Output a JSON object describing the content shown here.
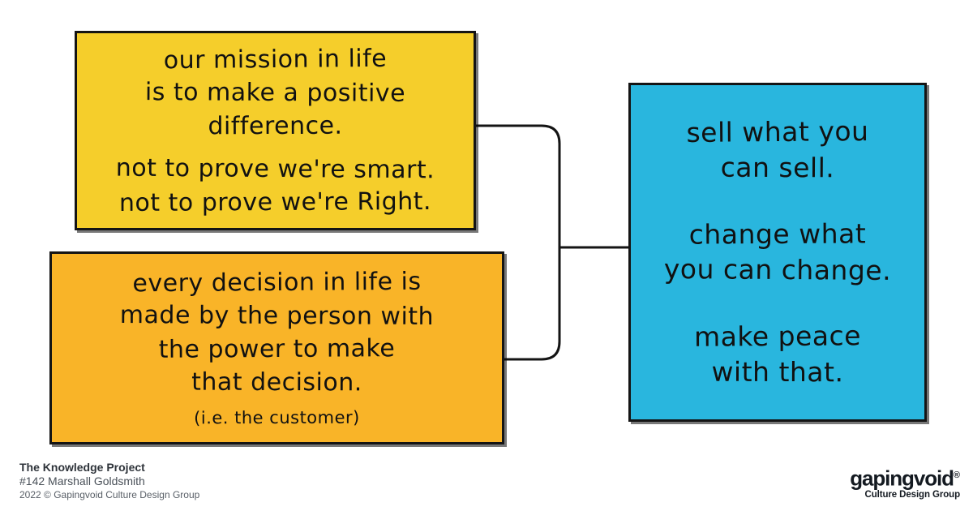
{
  "colors": {
    "yellow": "#F5CE2B",
    "orange": "#F9B428",
    "blue": "#29B6DE",
    "ink": "#141414",
    "background": "#FFFFFF"
  },
  "boxes": {
    "yellow": {
      "lines": [
        "our mission in life",
        "is to make a positive",
        "difference.",
        "not to prove we're smart.",
        "not to prove we're Right."
      ]
    },
    "orange": {
      "lines": [
        "every decision in life is",
        "made by the person with",
        "the power to make",
        "that decision."
      ],
      "note": "(i.e. the customer)"
    },
    "blue": {
      "stanzas": [
        [
          "sell what you",
          "can sell."
        ],
        [
          "change what",
          "you can change."
        ],
        [
          "make peace",
          "with that."
        ]
      ]
    }
  },
  "attribution": {
    "title": "The Knowledge Project",
    "episode": "#142 Marshall Goldsmith",
    "copyright": "2022 © Gapingvoid Culture Design Group"
  },
  "logo": {
    "wordmark": "gapingvoid",
    "trademark": "®",
    "tagline": "Culture Design Group"
  }
}
